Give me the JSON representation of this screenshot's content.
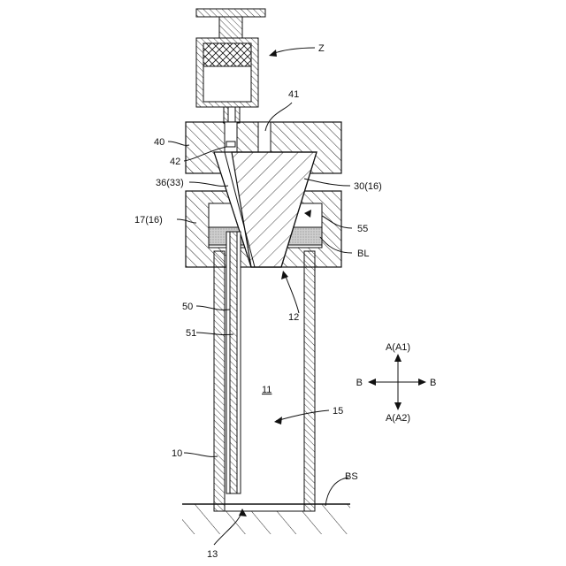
{
  "labels": {
    "z": "Z",
    "l41": "41",
    "l40": "40",
    "l42": "42",
    "l36": "36(33)",
    "l30": "30(16)",
    "l17": "17(16)",
    "l55": "55",
    "lBL": "BL",
    "l12": "12",
    "l50": "50",
    "l51": "51",
    "l11": "11",
    "l15": "15",
    "l10": "10",
    "lBS": "BS",
    "l13": "13"
  },
  "direction_indicator": {
    "a1": "A(A1)",
    "a2": "A(A2)",
    "b_left": "B",
    "b_right": "B"
  },
  "colors": {
    "line": "#111111",
    "band_gray": "#c8c8c8",
    "background": "#ffffff"
  }
}
